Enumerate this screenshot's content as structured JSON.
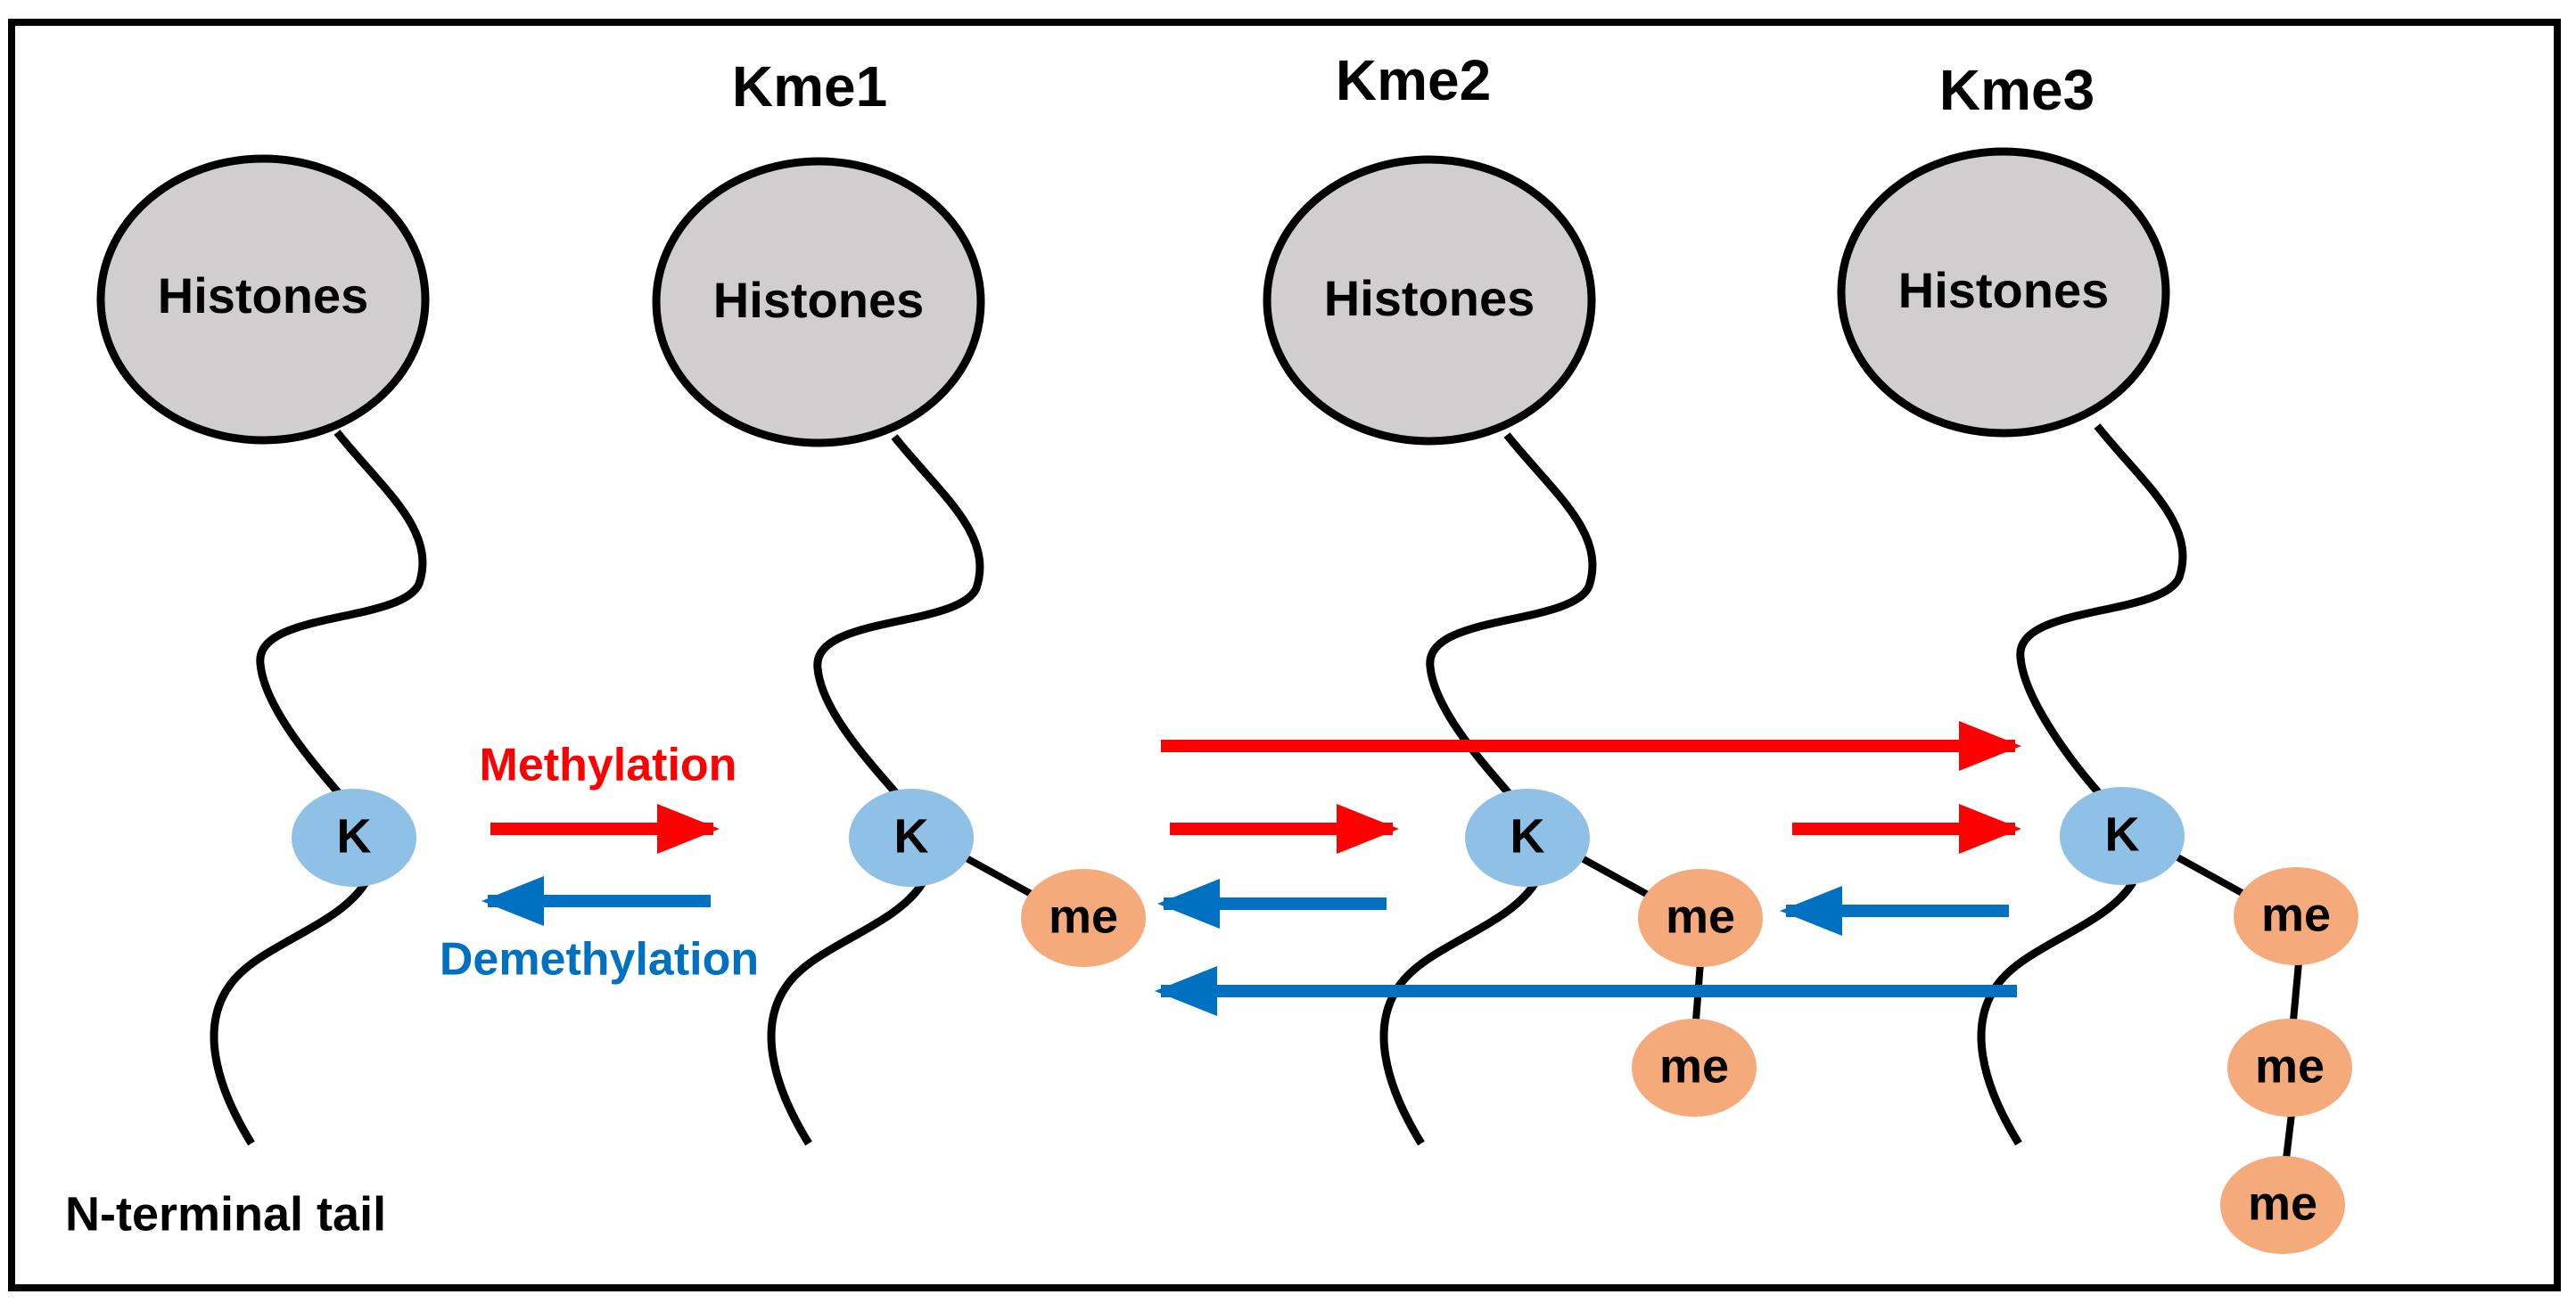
{
  "states": [
    {
      "title": "",
      "histone_label": "Histones",
      "residue_label": "K",
      "methyl_labels": []
    },
    {
      "title": "Kme1",
      "histone_label": "Histones",
      "residue_label": "K",
      "methyl_labels": [
        "me"
      ]
    },
    {
      "title": "Kme2",
      "histone_label": "Histones",
      "residue_label": "K",
      "methyl_labels": [
        "me",
        "me"
      ]
    },
    {
      "title": "Kme3",
      "histone_label": "Histones",
      "residue_label": "K",
      "methyl_labels": [
        "me",
        "me",
        "me"
      ]
    }
  ],
  "legend": {
    "methylation": "Methylation",
    "demethylation": "Demethylation"
  },
  "footer_label": "N-terminal tail",
  "colors": {
    "methylation_arrow": "#ff0000",
    "demethylation_arrow": "#0070c0",
    "histone_fill": "#d0cece",
    "lysine_fill": "#8fc1e6",
    "methyl_fill": "#f5aa7c"
  }
}
